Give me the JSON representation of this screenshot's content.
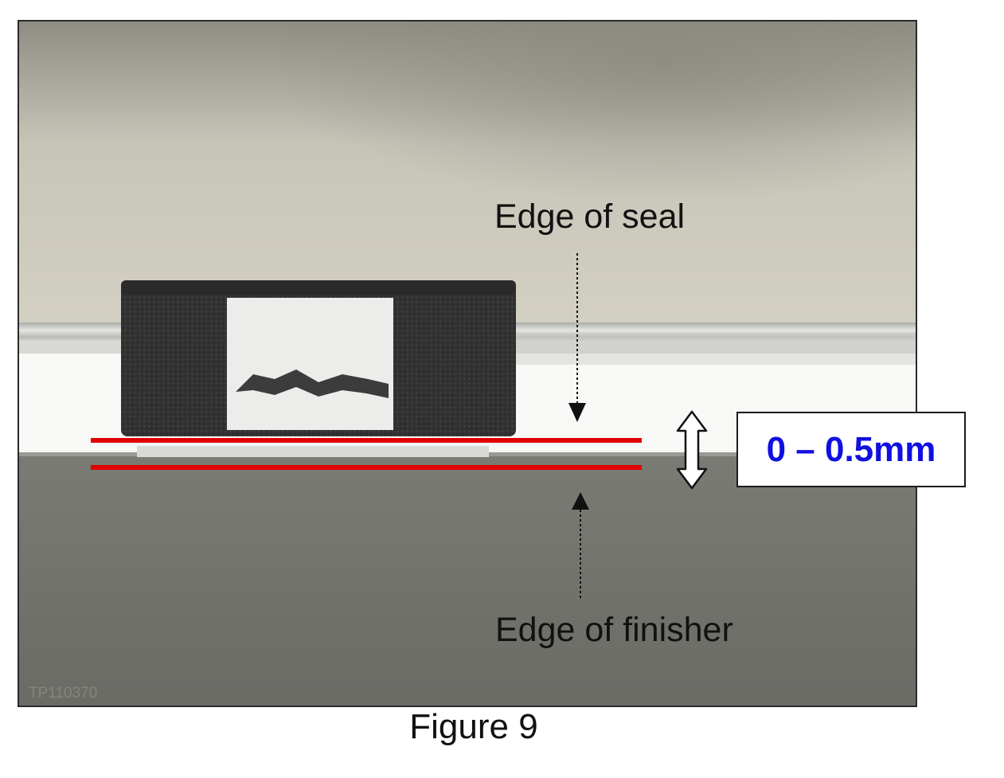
{
  "figure": {
    "caption": "Figure 9",
    "photo_id": "TP110370"
  },
  "annotations": {
    "edge_of_seal": "Edge of seal",
    "edge_of_finisher": "Edge of finisher",
    "tolerance": "0 – 0.5mm"
  },
  "colors": {
    "reference_lines": "#e00000",
    "tolerance_text": "#1010e0",
    "photo_background_top": "#d6d3c6",
    "photo_background_bottom": "#6f6f69",
    "seal_block": "#333333",
    "seal_insert": "#ececea"
  },
  "icons": [
    "down-arrow-icon",
    "up-arrow-icon",
    "double-headed-arrow-icon"
  ]
}
